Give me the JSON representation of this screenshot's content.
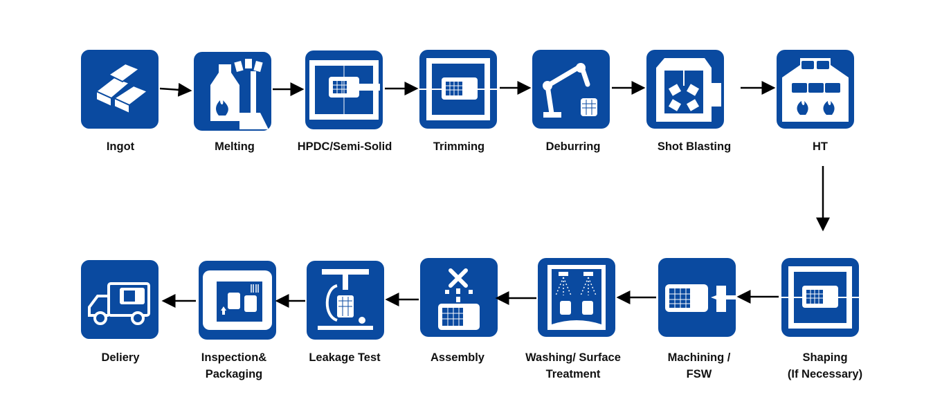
{
  "colors": {
    "tile": "#0a4aa0",
    "arrow": "#000000",
    "label": "#111111"
  },
  "steps": [
    {
      "label": "Ingot",
      "icon": "ingot-icon"
    },
    {
      "label": "Melting",
      "icon": "melting-furnace-icon"
    },
    {
      "label": "HPDC/Semi-Solid",
      "icon": "die-casting-icon"
    },
    {
      "label": "Trimming",
      "icon": "trimming-press-icon"
    },
    {
      "label": "Deburring",
      "icon": "robot-arm-icon"
    },
    {
      "label": "Shot Blasting",
      "icon": "shot-blasting-icon"
    },
    {
      "label": "HT",
      "icon": "heat-treatment-icon"
    },
    {
      "label": "Shaping\n(If Necessary)",
      "icon": "shaping-press-icon"
    },
    {
      "label": "Machining /\nFSW",
      "icon": "machining-spindle-icon"
    },
    {
      "label": "Washing/ Surface\nTreatment",
      "icon": "washing-spray-icon"
    },
    {
      "label": "Assembly",
      "icon": "tools-assembly-icon"
    },
    {
      "label": "Leakage Test",
      "icon": "leak-test-icon"
    },
    {
      "label": "Inspection&\nPackaging",
      "icon": "inspection-box-icon"
    },
    {
      "label": "Deliery",
      "icon": "delivery-truck-icon"
    }
  ]
}
